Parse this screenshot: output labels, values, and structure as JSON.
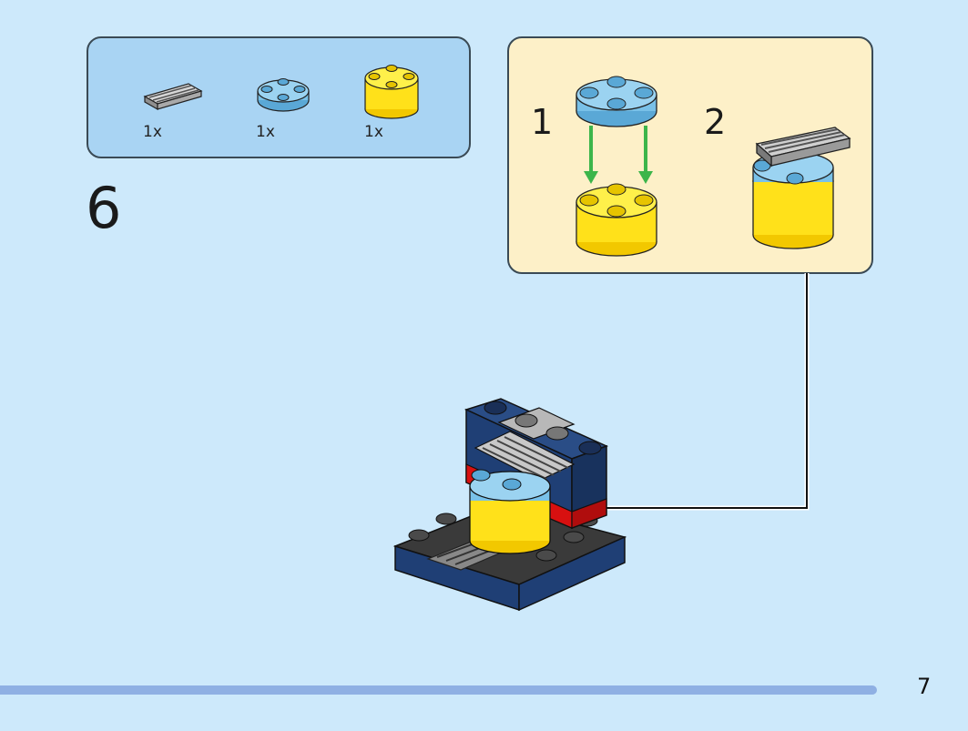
{
  "parts_list": {
    "items": [
      {
        "name": "grille-tile",
        "quantity": "1x",
        "color": "#b8b8b8"
      },
      {
        "name": "round-plate-light-blue",
        "quantity": "1x",
        "color": "#79c1e8"
      },
      {
        "name": "round-brick-yellow",
        "quantity": "1x",
        "color": "#ffe11a"
      }
    ]
  },
  "step": {
    "number": "6"
  },
  "substeps": [
    {
      "number": "1"
    },
    {
      "number": "2"
    }
  ],
  "page": {
    "number": "7"
  },
  "colors": {
    "background": "#cde9fb",
    "parts_box": "#a9d4f3",
    "substep_box": "#fdf0c8",
    "yellow": "#ffe11a",
    "light_blue": "#79c1e8",
    "gray": "#b8b8b8",
    "dark_blue": "#1f3f75",
    "red": "#d81010",
    "dark_gray": "#3a3a3a",
    "arrow_green": "#3cb54a",
    "bar": "#8fb0e3"
  }
}
